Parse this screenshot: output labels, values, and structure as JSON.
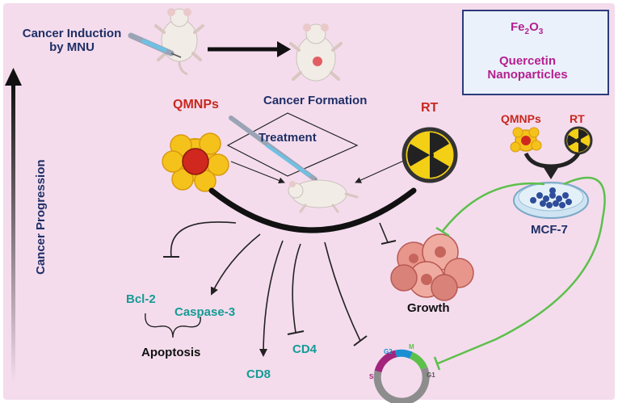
{
  "induction": {
    "line1": "Cancer Induction",
    "line2": "by MNU"
  },
  "formation": "Cancer Formation",
  "treatment": "Treatment",
  "qmnps": "QMNPs",
  "rt": "RT",
  "progression": "Cancer Progression",
  "legend": {
    "fe_pre": "Fe",
    "fe_sub1": "2",
    "fe_mid": "O",
    "fe_sub2": "3",
    "quercetin": "Quercetin",
    "nanoparticles": "Nanoparticles"
  },
  "invitro": {
    "qmnps": "QMNPs",
    "rt": "RT",
    "cell_line": "MCF-7"
  },
  "markers": {
    "bcl2": "Bcl-2",
    "caspase3": "Caspase-3",
    "apoptosis": "Apoptosis",
    "cd8": "CD8",
    "cd4": "CD4",
    "growth": "Growth"
  },
  "cell_cycle": {
    "g2": "G2",
    "m": "M",
    "s": "S",
    "g1": "G1"
  },
  "colors": {
    "background": "#f4dced",
    "navy": "#1f2f66",
    "red": "#c8281e",
    "teal": "#159b94",
    "magenta": "#b5208f",
    "green_arrow": "#5cc04a",
    "legend_bg": "#eaf1fb"
  }
}
